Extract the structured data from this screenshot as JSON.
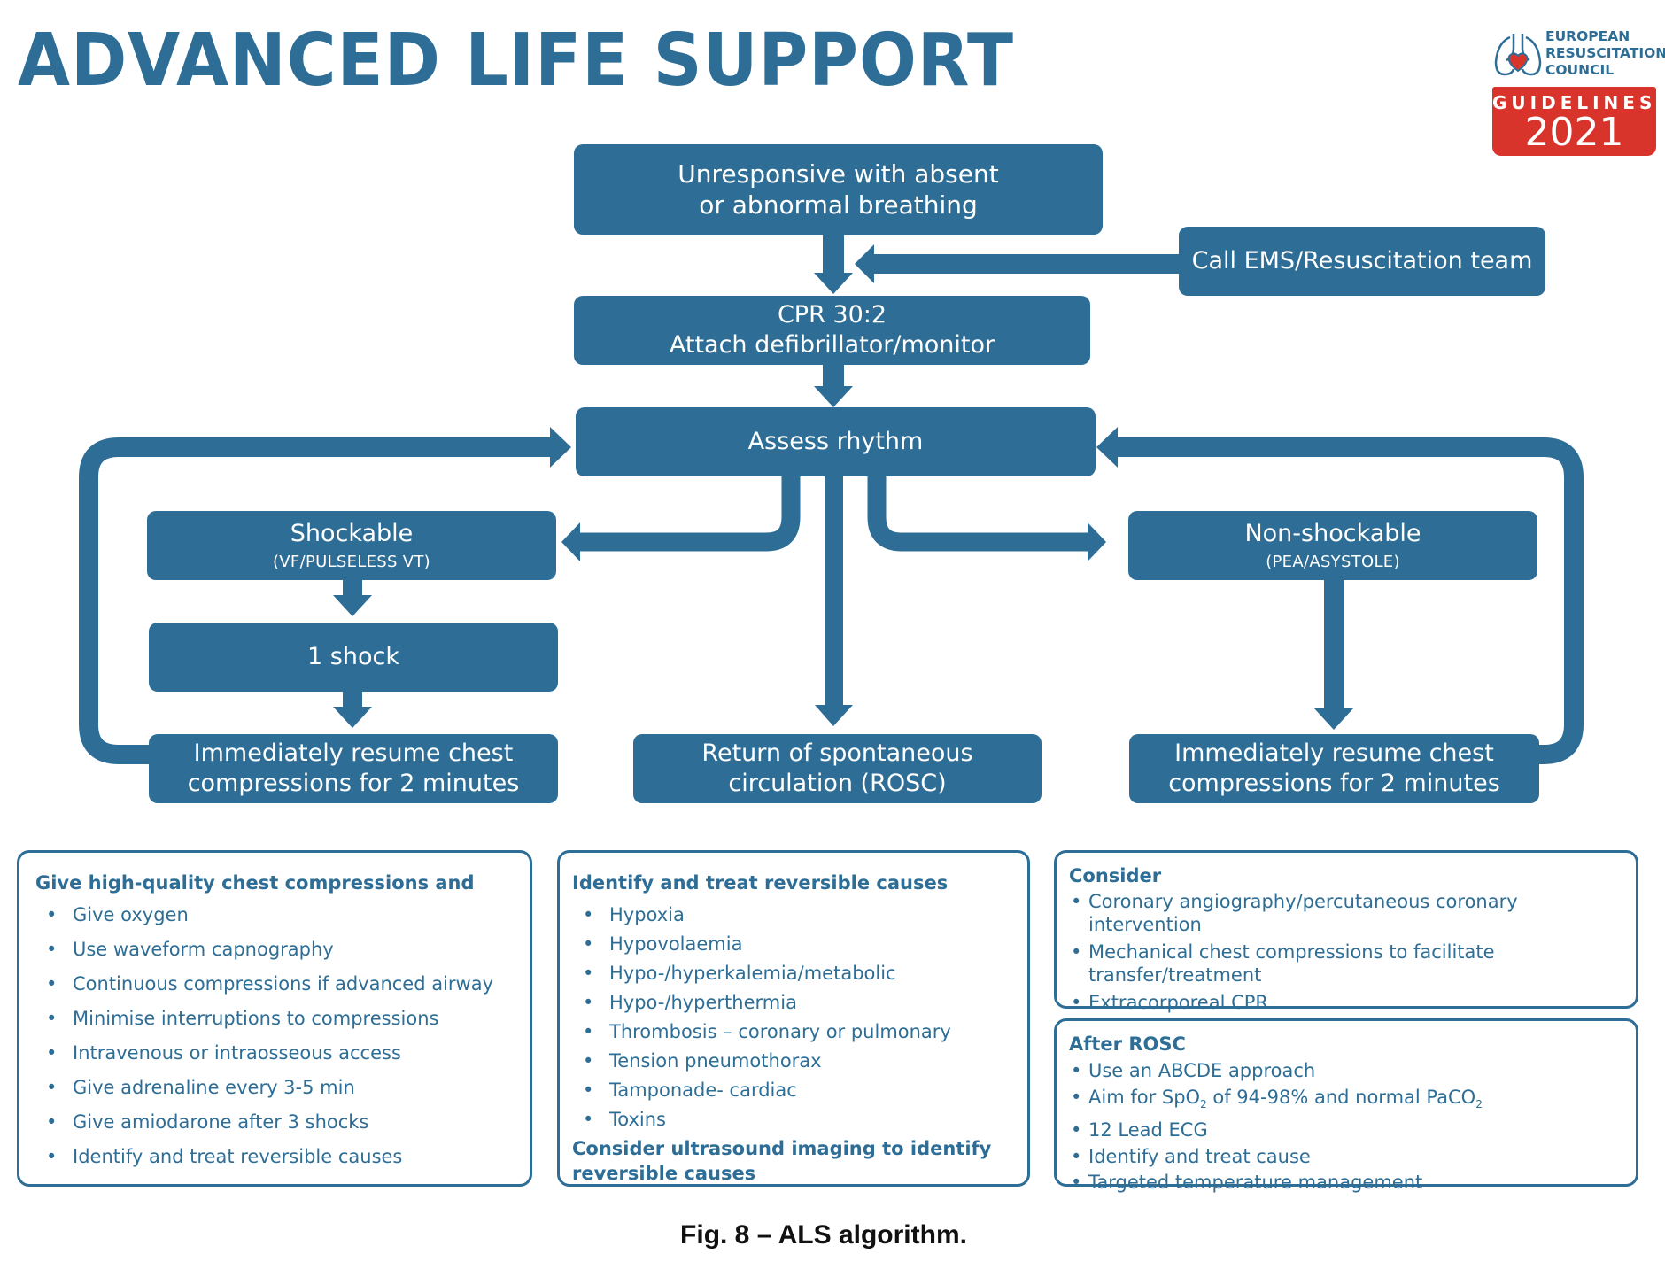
{
  "title": "ADVANCED LIFE SUPPORT",
  "logo": {
    "org_lines": [
      "EUROPEAN",
      "RESUSCITATION",
      "COUNCIL"
    ],
    "badge_label": "GUIDELINES",
    "badge_year": "2021",
    "icon": "lungs-heart-icon",
    "badge_color": "#d9342b"
  },
  "colors": {
    "primary": "#2e6e96",
    "badge": "#d9342b",
    "caption": "#111111"
  },
  "flow": {
    "start": {
      "line1": "Unresponsive with absent",
      "line2": "or abnormal breathing"
    },
    "call": {
      "label": "Call EMS/Resuscitation team"
    },
    "cpr": {
      "line1": "CPR 30:2",
      "line2": "Attach defibrillator/monitor"
    },
    "assess": {
      "label": "Assess rhythm"
    },
    "shockable": {
      "label": "Shockable",
      "sub": "(VF/PULSELESS VT)"
    },
    "shock": {
      "label": "1 shock"
    },
    "resume_left": {
      "line1": "Immediately resume chest",
      "line2": "compressions for 2 minutes"
    },
    "rosc": {
      "line1": "Return of spontaneous",
      "line2": "circulation (ROSC)"
    },
    "nonshockable": {
      "label": "Non-shockable",
      "sub": "(PEA/ASYSTOLE)"
    },
    "resume_right": {
      "line1": "Immediately resume chest",
      "line2": "compressions for 2 minutes"
    }
  },
  "panels": {
    "during_cpr": {
      "heading": "Give high-quality chest compressions and",
      "items": [
        "Give oxygen",
        "Use waveform capnography",
        "Continuous compressions if advanced airway",
        "Minimise interruptions to compressions",
        "Intravenous or intraosseous access",
        "Give adrenaline every 3-5 min",
        "Give amiodarone after 3 shocks",
        "Identify and treat reversible causes"
      ]
    },
    "reversible_causes": {
      "heading": "Identify and treat reversible causes",
      "items": [
        "Hypoxia",
        "Hypovolaemia",
        "Hypo-/hyperkalemia/metabolic",
        "Hypo-/hyperthermia",
        "Thrombosis – coronary or pulmonary",
        "Tension pneumothorax",
        "Tamponade- cardiac",
        "Toxins"
      ],
      "footer": "Consider ultrasound imaging to identify reversible causes"
    },
    "consider": {
      "heading": "Consider",
      "items": [
        "Coronary angiography/percutaneous coronary intervention",
        "Mechanical chest compressions to facilitate transfer/treatment",
        "Extracorporeal CPR"
      ]
    },
    "after_rosc": {
      "heading": "After ROSC",
      "items": [
        "Use an ABCDE approach",
        "Aim for SpO2 of 94-98% and normal PaCO2",
        "12 Lead ECG",
        "Identify and treat cause",
        "Targeted temperature management"
      ],
      "spo2_parts": {
        "a": "Aim for SpO",
        "sub1": "2",
        "b": " of 94-98% and normal PaCO",
        "sub2": "2"
      }
    }
  },
  "caption": "Fig. 8 – ALS algorithm."
}
